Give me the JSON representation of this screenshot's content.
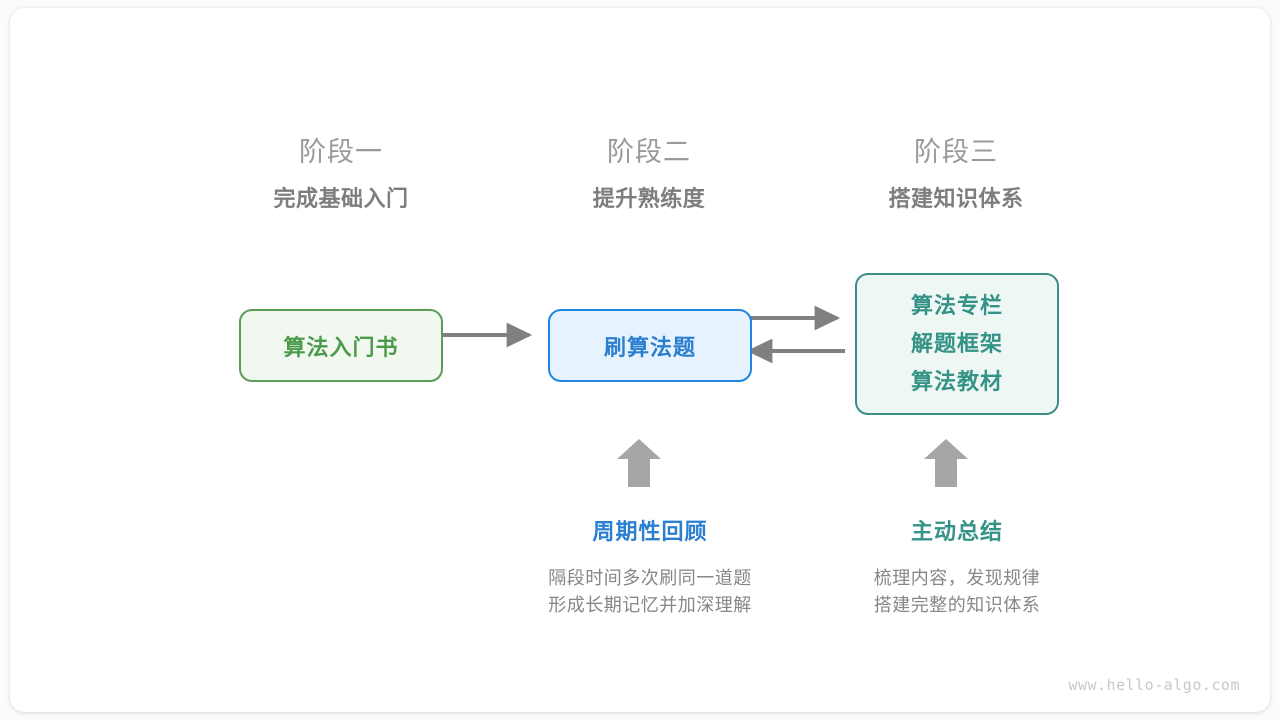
{
  "stages": [
    {
      "number": "阶段一",
      "title": "完成基础入门"
    },
    {
      "number": "阶段二",
      "title": "提升熟练度"
    },
    {
      "number": "阶段三",
      "title": "搭建知识体系"
    }
  ],
  "nodes": {
    "book": {
      "label": "算法入门书",
      "border_color": "#5a9e5a",
      "fill_color": "#f1f8f0",
      "text_color": "#4c9a4c"
    },
    "practice": {
      "label": "刷算法题",
      "border_color": "#1f86e0",
      "fill_color": "#e6f2fd",
      "text_color": "#2b7fd0"
    },
    "resources": {
      "lines": [
        "算法专栏",
        "解题框架",
        "算法教材"
      ],
      "border_color": "#3b8f87",
      "fill_color": "#eff7f5",
      "text_color": "#349287"
    }
  },
  "arrows": {
    "color": "#808080",
    "book_to_practice": "right",
    "practice_to_resources": "right",
    "resources_to_practice": "left",
    "up_arrow_review": "up",
    "up_arrow_summary": "up"
  },
  "notes": [
    {
      "title": "周期性回顾",
      "title_color": "#2b7fd0",
      "desc_lines": [
        "隔段时间多次刷同一道题",
        "形成长期记忆并加深理解"
      ]
    },
    {
      "title": "主动总结",
      "title_color": "#349287",
      "desc_lines": [
        "梳理内容，发现规律",
        "搭建完整的知识体系"
      ]
    }
  ],
  "watermark": "www.hello-algo.com"
}
